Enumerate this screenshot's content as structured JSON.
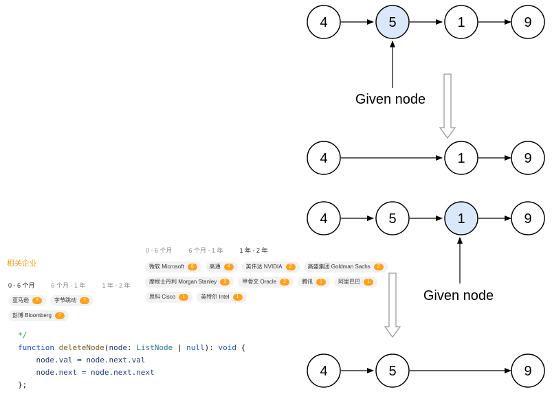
{
  "diagram": {
    "rows": [
      {
        "nodes": [
          {
            "label": "4"
          },
          {
            "label": "5",
            "highlight": true
          },
          {
            "label": "1"
          },
          {
            "label": "9"
          }
        ]
      },
      {
        "nodes": [
          {
            "label": "4"
          },
          {
            "label": "1"
          },
          {
            "label": "9"
          }
        ]
      },
      {
        "nodes": [
          {
            "label": "4"
          },
          {
            "label": "5"
          },
          {
            "label": "1",
            "highlight": true
          },
          {
            "label": "9"
          }
        ]
      },
      {
        "nodes": [
          {
            "label": "4"
          },
          {
            "label": "5"
          },
          {
            "label": "9"
          }
        ]
      }
    ],
    "given_node_label_1": "Given node",
    "given_node_label_2": "Given node",
    "highlight_color": "#dae8fc"
  },
  "companies": {
    "title": "相关企业",
    "tabs_small": [
      "0 - 6 个月",
      "6 个月 - 1 年",
      "1 年 - 2 年"
    ],
    "tags_small": [
      {
        "name": "亚马逊",
        "count": "8"
      },
      {
        "name": "字节跳动",
        "count": "2"
      },
      {
        "name": "彭博 Bloomberg",
        "count": "2"
      }
    ],
    "tabs_large": [
      "0 - 6 个月",
      "6 个月 - 1 年",
      "1 年 - 2 年"
    ],
    "tags_large": [
      {
        "name": "微软 Microsoft",
        "count": "6"
      },
      {
        "name": "高通",
        "count": "4"
      },
      {
        "name": "英伟达 NVIDIA",
        "count": "2"
      },
      {
        "name": "高盛集团 Goldman Sachs",
        "count": "2"
      },
      {
        "name": "摩根士丹利 Morgan Stanley",
        "count": "2"
      },
      {
        "name": "甲骨文 Oracle",
        "count": "2"
      },
      {
        "name": "腾讯",
        "count": "1"
      },
      {
        "name": "阿里巴巴",
        "count": "1"
      },
      {
        "name": "思科 Cisco",
        "count": "1"
      },
      {
        "name": "英特尔 Intel",
        "count": "1"
      }
    ],
    "accent_color": "#ffa116"
  },
  "code": {
    "comment": "*/",
    "kw_function": "function",
    "fn_name": "deleteNode",
    "param": "node",
    "type_listnode": "ListNode",
    "kw_null": "null",
    "kw_void": "void",
    "line2": "    node.val = node.next.val",
    "line3": "    node.next = node.next.next",
    "line4": "};"
  }
}
